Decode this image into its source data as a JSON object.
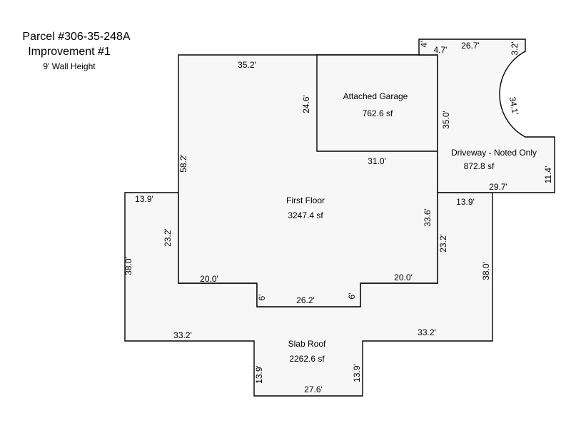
{
  "header": {
    "parcel": "Parcel #306-35-248A",
    "improvement": "Improvement #1",
    "wall_height": "9' Wall Height"
  },
  "areas": {
    "garage_name": "Attached Garage",
    "garage_area": "762.6 sf",
    "driveway_name": "Driveway - Noted Only",
    "driveway_area": "872.8 sf",
    "first_floor_name": "First Floor",
    "first_floor_area": "3247.4 sf",
    "slab_name": "Slab Roof",
    "slab_area": "2262.6 sf"
  },
  "dims": {
    "ff_top": "35.2'",
    "garage_left": "24.6'",
    "garage_right": "35.0'",
    "garage_bottom": "31.0'",
    "ff_left": "58.2'",
    "ff_right": "33.6'",
    "ff_bl": "20.0'",
    "ff_br": "20.0'",
    "ff_notch_l": "6'",
    "ff_notch_r": "6'",
    "ff_bottom": "26.2'",
    "drive_4": "4'",
    "drive_47": "4.7'",
    "drive_267": "26.7'",
    "drive_32": "3.2'",
    "drive_arc": "34.1'",
    "drive_114": "11.4'",
    "drive_297": "29.7'",
    "slab_tl": "13.9'",
    "slab_tr": "13.9'",
    "slab_left": "38.0'",
    "slab_right": "38.0'",
    "slab_il": "23.2'",
    "slab_ir": "23.2'",
    "slab_bl": "33.2'",
    "slab_br": "33.2'",
    "slab_stem_l": "13.9'",
    "slab_stem_r": "13.9'",
    "slab_bottom": "27.6'"
  }
}
